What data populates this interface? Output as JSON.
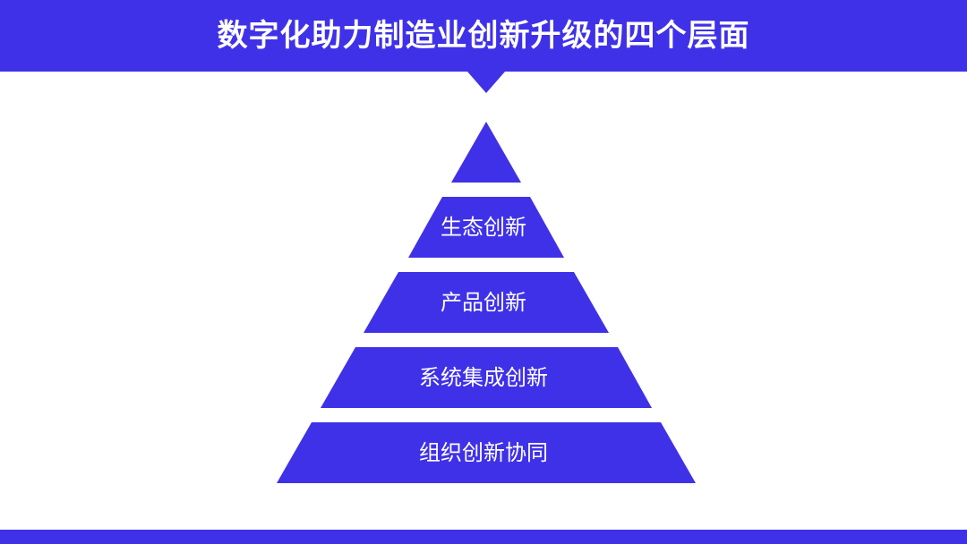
{
  "title": "数字化助力制造业创新升级的四个层面",
  "pyramid": {
    "tiers": [
      {
        "label": ""
      },
      {
        "label": "生态创新"
      },
      {
        "label": "产品创新"
      },
      {
        "label": "系统集成创新"
      },
      {
        "label": "组织创新协同"
      }
    ]
  },
  "colors": {
    "accent": "#3f31e8",
    "background": "#ffffff",
    "text_on_accent": "#ffffff"
  }
}
